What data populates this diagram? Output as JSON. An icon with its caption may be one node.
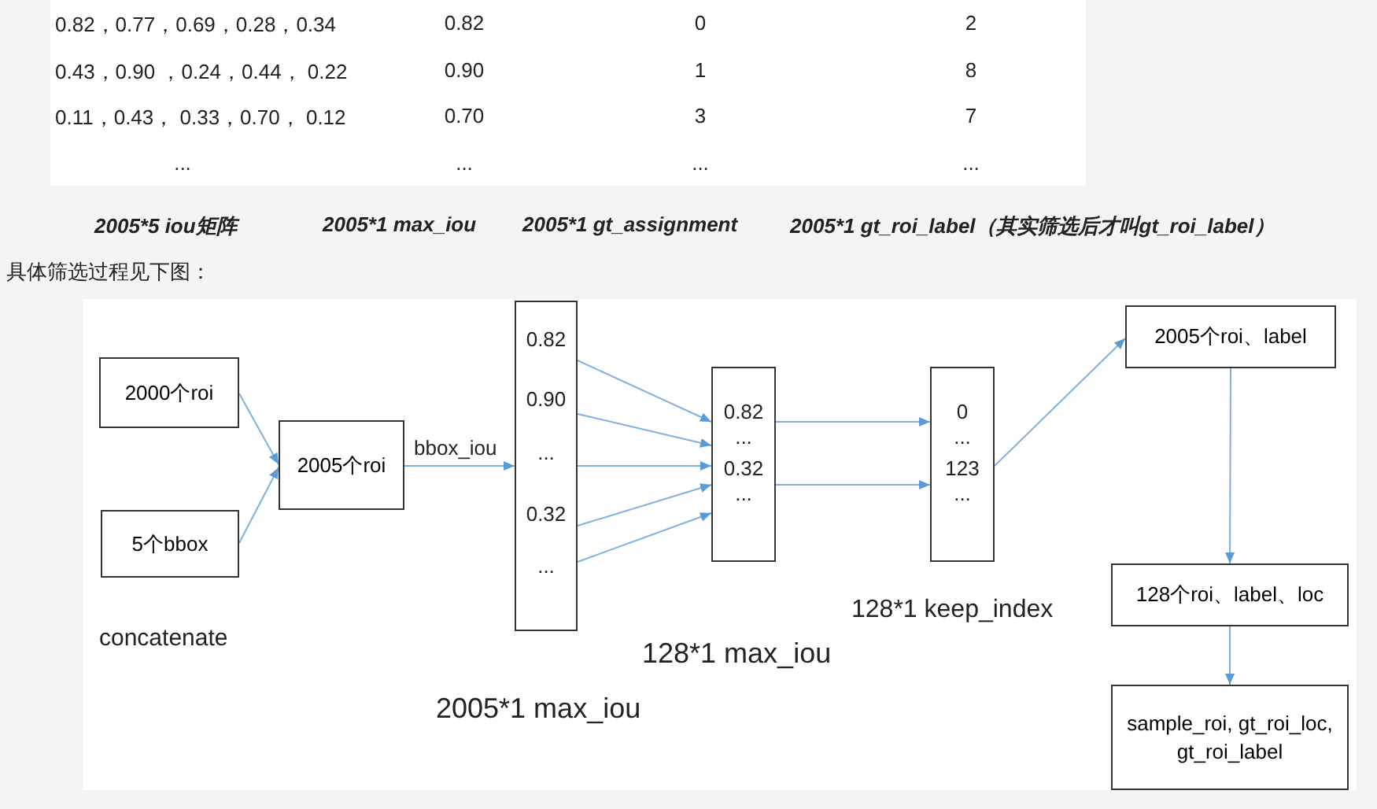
{
  "diagram": {
    "nodes": [
      {
        "text": [
          "2000个roi"
        ]
      },
      {
        "text": [
          "5个bbox"
        ]
      },
      {
        "text": [
          "2005个roi"
        ]
      },
      {
        "text": [
          "0.82",
          "0.90",
          "...",
          "0.32",
          "..."
        ],
        "beside": [
          "2005*1 max_iou"
        ]
      },
      {
        "text": [
          "0.82",
          "...",
          "0.32",
          "..."
        ],
        "beside": [
          "128*1 max_iou"
        ]
      },
      {
        "text": [
          "0",
          "...",
          "123",
          "..."
        ],
        "beside": [
          "128*1 keep_index"
        ]
      },
      {
        "text": [
          "2005个roi、label"
        ]
      },
      {
        "text": [
          "128个roi、label、loc"
        ]
      },
      {
        "text": [
          "sample_roi, gt_roi_loc, gt_roi_label"
        ]
      }
    ],
    "edges": [
      {
        "from": 0,
        "to": 2,
        "arrow": "to"
      },
      {
        "from": 1,
        "to": 2,
        "arrow": "to"
      },
      {
        "from": 2,
        "to": 3,
        "arrow": "to",
        "label": "bbox_iou"
      },
      {
        "from": 3,
        "to": 4,
        "arrow": "to"
      },
      {
        "from": 3,
        "to": 4,
        "arrow": "to"
      },
      {
        "from": 3,
        "to": 4,
        "arrow": "to"
      },
      {
        "from": 3,
        "to": 4,
        "arrow": "to"
      },
      {
        "from": 3,
        "to": 4,
        "arrow": "to"
      },
      {
        "from": 4,
        "to": 5,
        "arrow": "to"
      },
      {
        "from": 4,
        "to": 5,
        "arrow": "to"
      },
      {
        "from": 5,
        "to": 6,
        "arrow": "to"
      },
      {
        "from": 6,
        "to": 7,
        "arrow": "to"
      },
      {
        "from": 7,
        "to": 8,
        "arrow": "to"
      }
    ],
    "labels": [
      "0.82，0.77，0.69，0.28，0.34",
      "0.82",
      "0",
      "2",
      "0.43，0.90 ，0.24，0.44， 0.22",
      "0.90",
      "1",
      "8",
      "0.11，0.43， 0.33，0.70， 0.12",
      "0.70",
      "3",
      "7",
      "...",
      "...",
      "...",
      "...",
      "2005*5 iou矩阵",
      "2005*1 max_iou",
      "2005*1 gt_assignment",
      "2005*1 gt_roi_label（其实筛选后才叫gt_roi_label）",
      "具体筛选过程见下图：",
      "concatenate"
    ]
  }
}
